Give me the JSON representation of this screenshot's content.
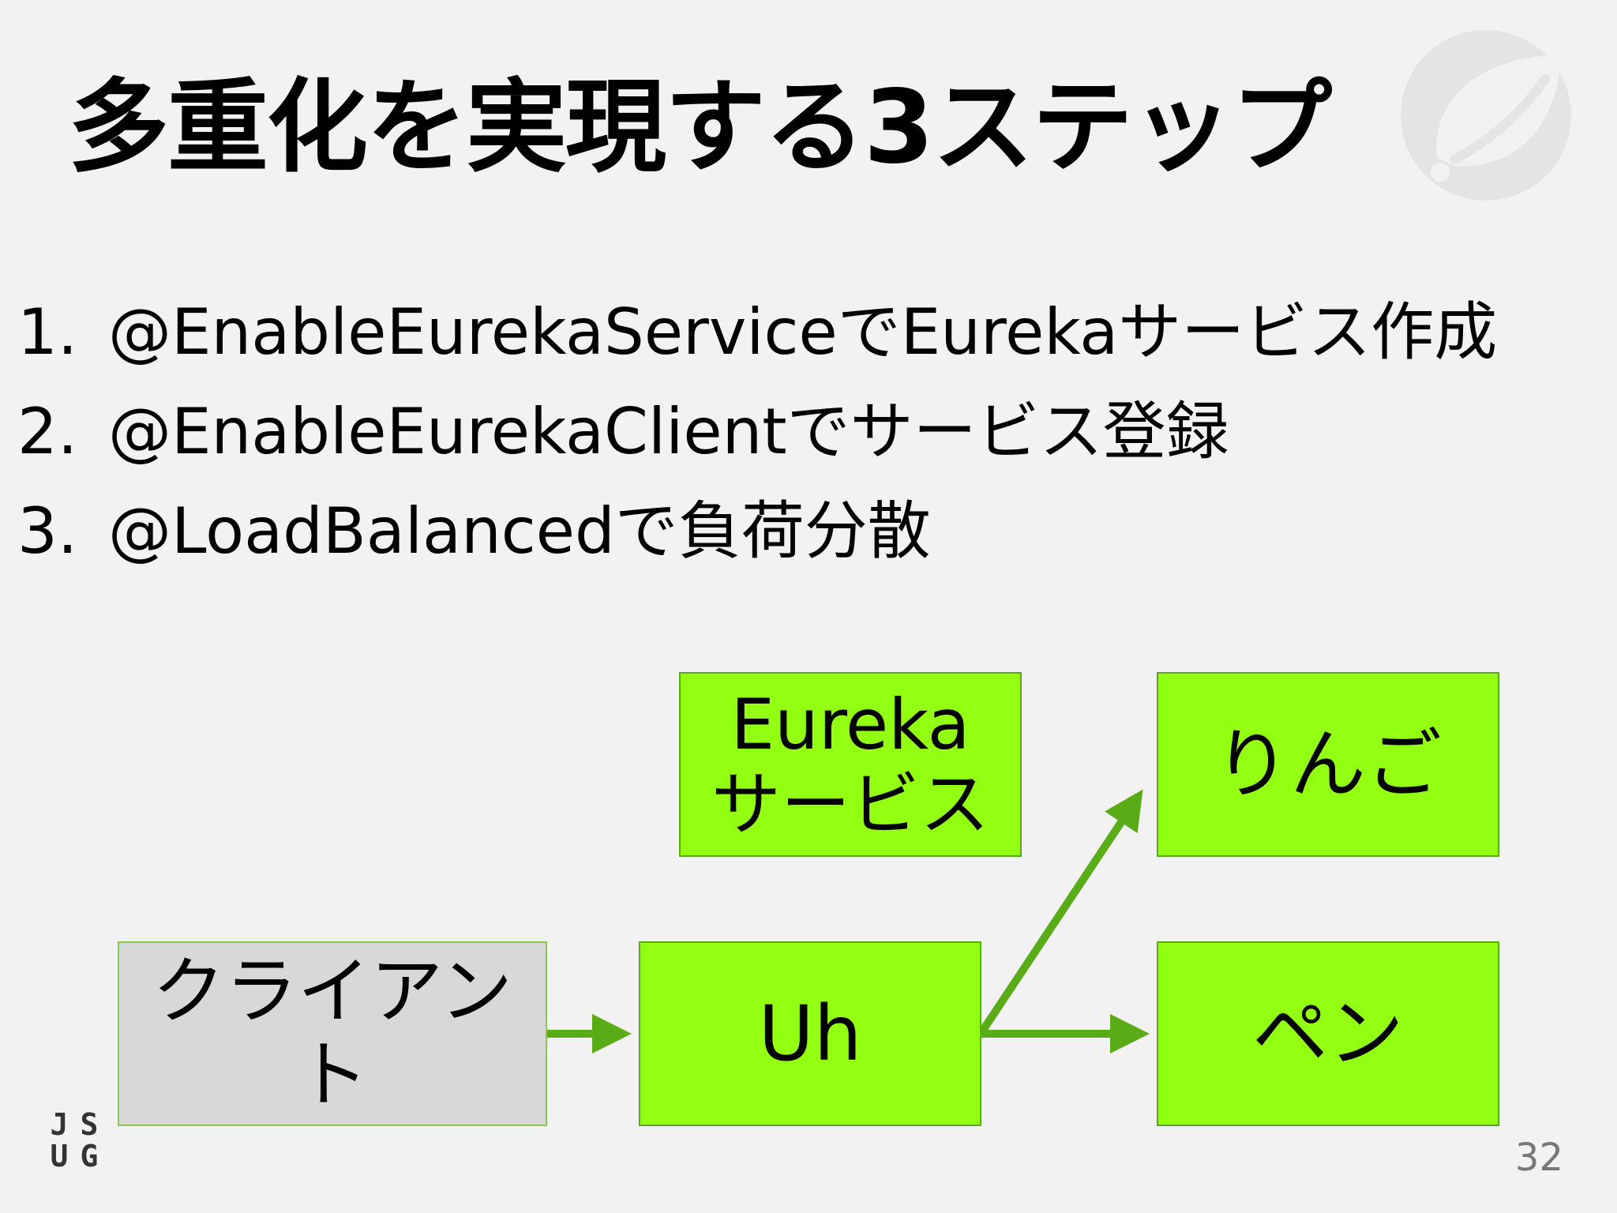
{
  "title": "多重化を実現する3ステップ",
  "steps": [
    {
      "num": "1.",
      "text": "@EnableEurekaServiceでEurekaサービス作成"
    },
    {
      "num": "2.",
      "text": "@EnableEurekaClientでサービス登録"
    },
    {
      "num": "3.",
      "text": "@LoadBalancedで負荷分散"
    }
  ],
  "diagram": {
    "client": "クライアント",
    "uh": "Uh",
    "eureka_line1": "Eureka",
    "eureka_line2": "サービス",
    "ringo": "りんご",
    "pen": "ペン"
  },
  "colors": {
    "box_fill": "#93ff13",
    "arrow": "#5aac16",
    "client_fill": "#d8d8d8",
    "background": "#f2f2f2"
  },
  "logo": {
    "letters": [
      "J",
      "S",
      "U",
      "G"
    ],
    "icon": "spring-leaf-icon"
  },
  "page_number": "32"
}
